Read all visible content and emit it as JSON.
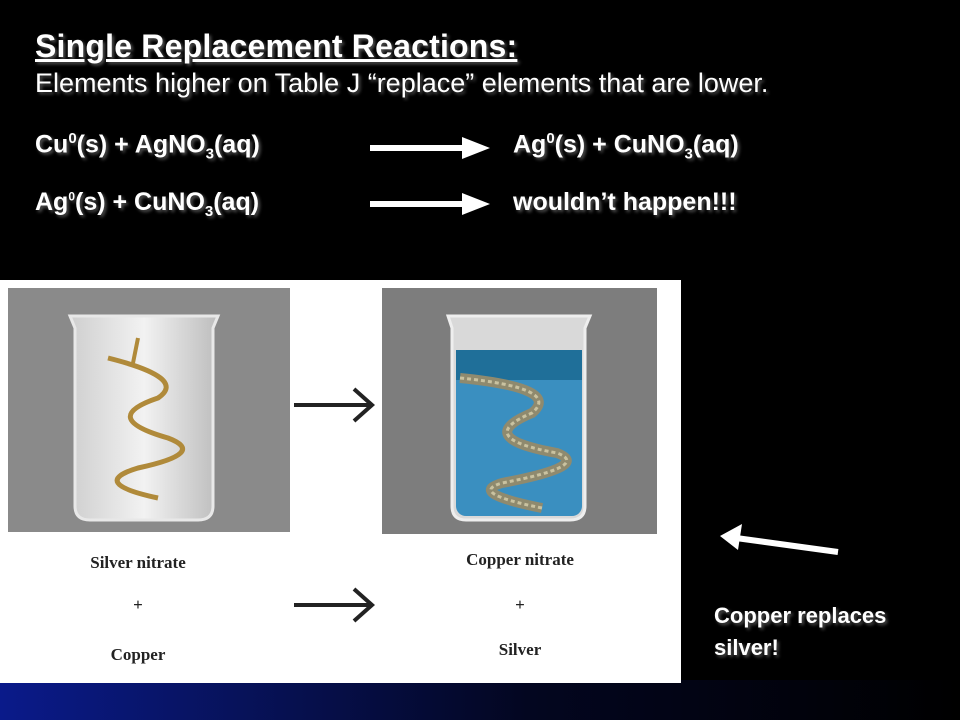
{
  "slide": {
    "title": "Single Replacement Reactions:",
    "subtitle": "Elements higher on Table J “replace” elements that are lower.",
    "equation1": {
      "lhs_a": "Cu",
      "lhs_a_sup": "0",
      "lhs_b": "(s)  +  AgNO",
      "lhs_b_sub": "3",
      "lhs_c": "(aq)",
      "rhs_a": "Ag",
      "rhs_a_sup": "0",
      "rhs_b": "(s) +  CuNO",
      "rhs_b_sub": "3",
      "rhs_c": "(aq)"
    },
    "equation2": {
      "lhs_a": "Ag",
      "lhs_a_sup": "0",
      "lhs_b": "(s)  +  CuNO",
      "lhs_b_sub": "3",
      "lhs_c": "(aq)",
      "rhs": "wouldn’t happen!!!"
    },
    "figure": {
      "left_label_1": "Silver nitrate",
      "left_plus": "+",
      "left_label_2": "Copper",
      "right_label_1": "Copper nitrate",
      "right_plus": "+",
      "right_label_2": "Silver"
    },
    "caption_line1": "Copper replaces",
    "caption_line2": "silver!",
    "colors": {
      "background": "#000000",
      "text": "#ffffff",
      "solution_blue": "#3a8fc0",
      "copper_wire": "#b08a3a"
    }
  }
}
